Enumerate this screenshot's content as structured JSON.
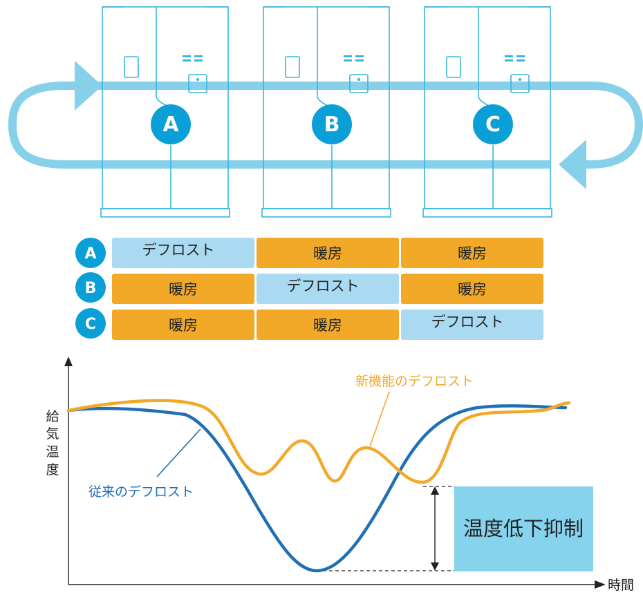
{
  "colors": {
    "outline": "#38b6dc",
    "flow": "#86d0ea",
    "badge": "#0a9fd6",
    "heating": "#f2a928",
    "defrost": "#a9daf2",
    "new_curve": "#f2a928",
    "old_curve": "#1f6fb7",
    "suppress_box": "#86d3ee"
  },
  "units": [
    {
      "label": "A"
    },
    {
      "label": "B"
    },
    {
      "label": "C"
    }
  ],
  "schedule": {
    "rows": [
      {
        "label": "A",
        "cells": [
          {
            "text": "デフロスト",
            "mode": "defrost"
          },
          {
            "text": "暖房",
            "mode": "heating"
          },
          {
            "text": "暖房",
            "mode": "heating"
          }
        ]
      },
      {
        "label": "B",
        "cells": [
          {
            "text": "暖房",
            "mode": "heating"
          },
          {
            "text": "デフロスト",
            "mode": "defrost"
          },
          {
            "text": "暖房",
            "mode": "heating"
          }
        ]
      },
      {
        "label": "C",
        "cells": [
          {
            "text": "暖房",
            "mode": "heating"
          },
          {
            "text": "暖房",
            "mode": "heating"
          },
          {
            "text": "デフロスト",
            "mode": "defrost"
          }
        ]
      }
    ]
  },
  "graph": {
    "ylabel": [
      "給",
      "気",
      "温",
      "度"
    ],
    "xlabel": "時間",
    "new_label": "新機能のデフロスト",
    "old_label": "従来のデフロスト",
    "suppress_label": "温度低下抑制"
  }
}
